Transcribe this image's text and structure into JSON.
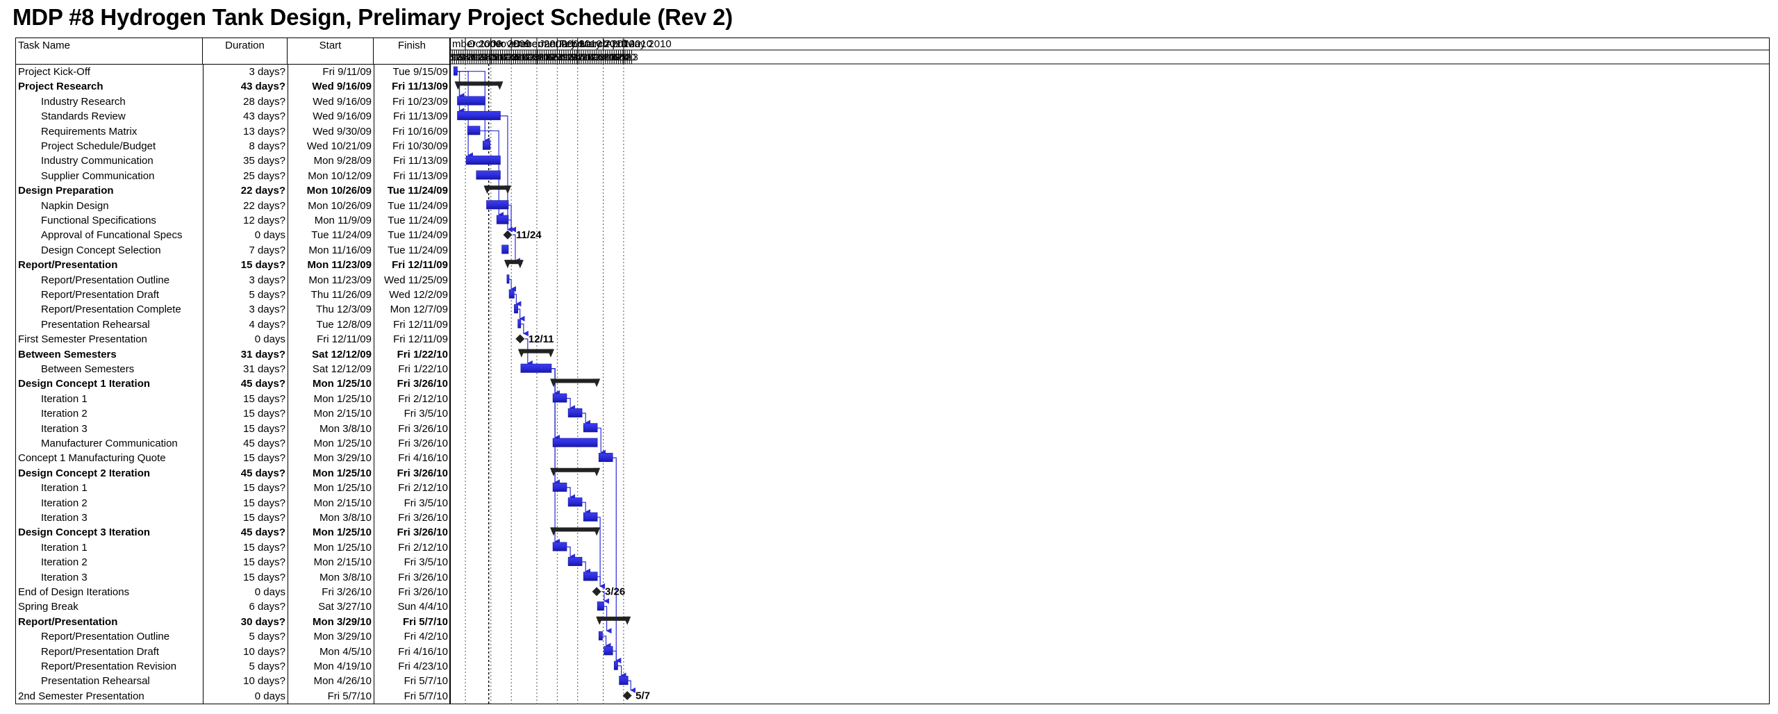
{
  "title": "MDP #8 Hydrogen Tank Design, Prelimary Project Schedule (Rev 2)",
  "columns": {
    "name": "Task Name",
    "duration": "Duration",
    "start": "Start",
    "finish": "Finish"
  },
  "colors": {
    "task_bar": "#2b2bd8",
    "summary_bar": "#222222",
    "milestone": "#222222",
    "link": "#2b2bd8"
  },
  "chart_data": {
    "type": "gantt",
    "timescale_start": "2009-09-06",
    "timescale_end": "2010-05-13",
    "tick_interval_days": 3,
    "months": [
      {
        "label": "mber 2009",
        "start": "2009-09-06"
      },
      {
        "label": "October 2009",
        "start": "2009-09-27"
      },
      {
        "label": "November 2009",
        "start": "2009-11-01"
      },
      {
        "label": "Decem er 2009",
        "start": "2009-11-29"
      },
      {
        "label": "January 2010",
        "start": "2010-01-03"
      },
      {
        "label": "February 2010",
        "start": "2010-01-31"
      },
      {
        "label": "March 2010",
        "start": "2010-02-28"
      },
      {
        "label": "April 2010",
        "start": "2010-04-04"
      },
      {
        "label": "May 2010",
        "start": "2010-05-02"
      }
    ],
    "tasks": [
      {
        "id": 1,
        "name": "Project Kick-Off",
        "duration": "3 days?",
        "start": "Fri 9/11/09",
        "finish": "Tue 9/15/09",
        "s": "2009-09-11",
        "f": "2009-09-15",
        "kind": "task",
        "indent": 0,
        "links": [
          6,
          3,
          4,
          7
        ]
      },
      {
        "id": 2,
        "name": "Project Research",
        "duration": "43 days?",
        "start": "Wed 9/16/09",
        "finish": "Fri 11/13/09",
        "s": "2009-09-16",
        "f": "2009-11-13",
        "kind": "summary",
        "indent": 0,
        "links": []
      },
      {
        "id": 3,
        "name": "Industry Research",
        "duration": "28 days?",
        "start": "Wed 9/16/09",
        "finish": "Fri 10/23/09",
        "s": "2009-09-16",
        "f": "2009-10-23",
        "kind": "task",
        "indent": 1,
        "links": []
      },
      {
        "id": 4,
        "name": "Standards Review",
        "duration": "43 days?",
        "start": "Wed 9/16/09",
        "finish": "Fri 11/13/09",
        "s": "2009-09-16",
        "f": "2009-11-13",
        "kind": "task",
        "indent": 1,
        "links": [
          12
        ]
      },
      {
        "id": 5,
        "name": "Requirements Matrix",
        "duration": "13 days?",
        "start": "Wed 9/30/09",
        "finish": "Fri 10/16/09",
        "s": "2009-09-30",
        "f": "2009-10-16",
        "kind": "task",
        "indent": 1,
        "links": [
          11
        ]
      },
      {
        "id": 6,
        "name": "Project Schedule/Budget",
        "duration": "8 days?",
        "start": "Wed 10/21/09",
        "finish": "Fri 10/30/09",
        "s": "2009-10-21",
        "f": "2009-10-30",
        "kind": "task",
        "indent": 1,
        "links": []
      },
      {
        "id": 7,
        "name": "Industry Communication",
        "duration": "35 days?",
        "start": "Mon 9/28/09",
        "finish": "Fri 11/13/09",
        "s": "2009-09-28",
        "f": "2009-11-13",
        "kind": "task",
        "indent": 1,
        "links": []
      },
      {
        "id": 8,
        "name": "Supplier Communication",
        "duration": "25 days?",
        "start": "Mon 10/12/09",
        "finish": "Fri 11/13/09",
        "s": "2009-10-12",
        "f": "2009-11-13",
        "kind": "task",
        "indent": 1,
        "links": []
      },
      {
        "id": 9,
        "name": "Design Preparation",
        "duration": "22 days?",
        "start": "Mon 10/26/09",
        "finish": "Tue 11/24/09",
        "s": "2009-10-26",
        "f": "2009-11-24",
        "kind": "summary",
        "indent": 0,
        "links": []
      },
      {
        "id": 10,
        "name": "Napkin Design",
        "duration": "22 days?",
        "start": "Mon 10/26/09",
        "finish": "Tue 11/24/09",
        "s": "2009-10-26",
        "f": "2009-11-24",
        "kind": "task",
        "indent": 1,
        "links": [
          12
        ]
      },
      {
        "id": 11,
        "name": "Functional Specifications",
        "duration": "12 days?",
        "start": "Mon 11/9/09",
        "finish": "Tue 11/24/09",
        "s": "2009-11-09",
        "f": "2009-11-24",
        "kind": "task",
        "indent": 1,
        "links": [
          12
        ]
      },
      {
        "id": 12,
        "name": "Approval of Funcational Specs",
        "duration": "0 days",
        "start": "Tue 11/24/09",
        "finish": "Tue 11/24/09",
        "s": "2009-11-24",
        "f": "2009-11-24",
        "kind": "milestone",
        "indent": 1,
        "label": "11/24",
        "links": [
          14
        ]
      },
      {
        "id": 13,
        "name": "Design Concept Selection",
        "duration": "7 days?",
        "start": "Mon 11/16/09",
        "finish": "Tue 11/24/09",
        "s": "2009-11-16",
        "f": "2009-11-24",
        "kind": "task",
        "indent": 1,
        "links": []
      },
      {
        "id": 14,
        "name": "Report/Presentation",
        "duration": "15 days?",
        "start": "Mon 11/23/09",
        "finish": "Fri 12/11/09",
        "s": "2009-11-23",
        "f": "2009-12-11",
        "kind": "summary",
        "indent": 0,
        "links": []
      },
      {
        "id": 15,
        "name": "Report/Presentation Outline",
        "duration": "3 days?",
        "start": "Mon 11/23/09",
        "finish": "Wed 11/25/09",
        "s": "2009-11-23",
        "f": "2009-11-25",
        "kind": "task",
        "indent": 1,
        "links": [
          16
        ]
      },
      {
        "id": 16,
        "name": "Report/Presentation Draft",
        "duration": "5 days?",
        "start": "Thu 11/26/09",
        "finish": "Wed 12/2/09",
        "s": "2009-11-26",
        "f": "2009-12-02",
        "kind": "task",
        "indent": 1,
        "links": [
          17
        ]
      },
      {
        "id": 17,
        "name": "Report/Presentation Complete",
        "duration": "3 days?",
        "start": "Thu 12/3/09",
        "finish": "Mon 12/7/09",
        "s": "2009-12-03",
        "f": "2009-12-07",
        "kind": "task",
        "indent": 1,
        "links": [
          18
        ]
      },
      {
        "id": 18,
        "name": "Presentation Rehearsal",
        "duration": "4 days?",
        "start": "Tue 12/8/09",
        "finish": "Fri 12/11/09",
        "s": "2009-12-08",
        "f": "2009-12-11",
        "kind": "task",
        "indent": 1,
        "links": [
          19
        ]
      },
      {
        "id": 19,
        "name": "First Semester Presentation",
        "duration": "0 days",
        "start": "Fri 12/11/09",
        "finish": "Fri 12/11/09",
        "s": "2009-12-11",
        "f": "2009-12-11",
        "kind": "milestone",
        "indent": 0,
        "label": "12/11",
        "links": [
          21
        ]
      },
      {
        "id": 20,
        "name": "Between Semesters",
        "duration": "31 days?",
        "start": "Sat 12/12/09",
        "finish": "Fri 1/22/10",
        "s": "2009-12-12",
        "f": "2010-01-22",
        "kind": "summary",
        "indent": 0,
        "links": []
      },
      {
        "id": 21,
        "name": "Between Semesters",
        "duration": "31 days?",
        "start": "Sat 12/12/09",
        "finish": "Fri 1/22/10",
        "s": "2009-12-12",
        "f": "2010-01-22",
        "kind": "task",
        "indent": 1,
        "links": [
          23,
          26,
          29,
          33
        ]
      },
      {
        "id": 22,
        "name": "Design Concept 1 Iteration",
        "duration": "45 days?",
        "start": "Mon 1/25/10",
        "finish": "Fri 3/26/10",
        "s": "2010-01-25",
        "f": "2010-03-26",
        "kind": "summary",
        "indent": 0,
        "links": []
      },
      {
        "id": 23,
        "name": "Iteration 1",
        "duration": "15 days?",
        "start": "Mon 1/25/10",
        "finish": "Fri 2/12/10",
        "s": "2010-01-25",
        "f": "2010-02-12",
        "kind": "task",
        "indent": 1,
        "links": [
          24
        ]
      },
      {
        "id": 24,
        "name": "Iteration 2",
        "duration": "15 days?",
        "start": "Mon 2/15/10",
        "finish": "Fri 3/5/10",
        "s": "2010-02-15",
        "f": "2010-03-05",
        "kind": "task",
        "indent": 1,
        "links": [
          25
        ]
      },
      {
        "id": 25,
        "name": "Iteration 3",
        "duration": "15 days?",
        "start": "Mon 3/8/10",
        "finish": "Fri 3/26/10",
        "s": "2010-03-08",
        "f": "2010-03-26",
        "kind": "task",
        "indent": 1,
        "links": [
          27
        ]
      },
      {
        "id": 26,
        "name": "Manufacturer Communication",
        "duration": "45 days?",
        "start": "Mon 1/25/10",
        "finish": "Fri 3/26/10",
        "s": "2010-01-25",
        "f": "2010-03-26",
        "kind": "task",
        "indent": 1,
        "links": []
      },
      {
        "id": 27,
        "name": "Concept 1 Manufacturing Quote",
        "duration": "15 days?",
        "start": "Mon 3/29/10",
        "finish": "Fri 4/16/10",
        "s": "2010-03-29",
        "f": "2010-04-16",
        "kind": "task",
        "indent": 0,
        "links": [
          41
        ]
      },
      {
        "id": 28,
        "name": "Design Concept 2 Iteration",
        "duration": "45 days?",
        "start": "Mon 1/25/10",
        "finish": "Fri 3/26/10",
        "s": "2010-01-25",
        "f": "2010-03-26",
        "kind": "summary",
        "indent": 0,
        "links": []
      },
      {
        "id": 29,
        "name": "Iteration 1",
        "duration": "15 days?",
        "start": "Mon 1/25/10",
        "finish": "Fri 2/12/10",
        "s": "2010-01-25",
        "f": "2010-02-12",
        "kind": "task",
        "indent": 1,
        "links": [
          30
        ]
      },
      {
        "id": 30,
        "name": "Iteration 2",
        "duration": "15 days?",
        "start": "Mon 2/15/10",
        "finish": "Fri 3/5/10",
        "s": "2010-02-15",
        "f": "2010-03-05",
        "kind": "task",
        "indent": 1,
        "links": [
          31
        ]
      },
      {
        "id": 31,
        "name": "Iteration 3",
        "duration": "15 days?",
        "start": "Mon 3/8/10",
        "finish": "Fri 3/26/10",
        "s": "2010-03-08",
        "f": "2010-03-26",
        "kind": "task",
        "indent": 1,
        "links": [
          36
        ]
      },
      {
        "id": 32,
        "name": "Design Concept 3 Iteration",
        "duration": "45 days?",
        "start": "Mon 1/25/10",
        "finish": "Fri 3/26/10",
        "s": "2010-01-25",
        "f": "2010-03-26",
        "kind": "summary",
        "indent": 0,
        "links": []
      },
      {
        "id": 33,
        "name": "Iteration 1",
        "duration": "15 days?",
        "start": "Mon 1/25/10",
        "finish": "Fri 2/12/10",
        "s": "2010-01-25",
        "f": "2010-02-12",
        "kind": "task",
        "indent": 1,
        "links": [
          34
        ]
      },
      {
        "id": 34,
        "name": "Iteration 2",
        "duration": "15 days?",
        "start": "Mon 2/15/10",
        "finish": "Fri 3/5/10",
        "s": "2010-02-15",
        "f": "2010-03-05",
        "kind": "task",
        "indent": 1,
        "links": [
          35
        ]
      },
      {
        "id": 35,
        "name": "Iteration 3",
        "duration": "15 days?",
        "start": "Mon 3/8/10",
        "finish": "Fri 3/26/10",
        "s": "2010-03-08",
        "f": "2010-03-26",
        "kind": "task",
        "indent": 1,
        "links": [
          36
        ]
      },
      {
        "id": 36,
        "name": "End of Design Iterations",
        "duration": "0 days",
        "start": "Fri 3/26/10",
        "finish": "Fri 3/26/10",
        "s": "2010-03-26",
        "f": "2010-03-26",
        "kind": "milestone",
        "indent": 0,
        "label": "3/26",
        "links": [
          37
        ]
      },
      {
        "id": 37,
        "name": "Spring Break",
        "duration": "6 days?",
        "start": "Sat 3/27/10",
        "finish": "Sun 4/4/10",
        "s": "2010-03-27",
        "f": "2010-04-04",
        "kind": "task",
        "indent": 0,
        "links": [
          39
        ]
      },
      {
        "id": 38,
        "name": "Report/Presentation",
        "duration": "30 days?",
        "start": "Mon 3/29/10",
        "finish": "Fri 5/7/10",
        "s": "2010-03-29",
        "f": "2010-05-07",
        "kind": "summary",
        "indent": 0,
        "links": []
      },
      {
        "id": 39,
        "name": "Report/Presentation Outline",
        "duration": "5 days?",
        "start": "Mon 3/29/10",
        "finish": "Fri 4/2/10",
        "s": "2010-03-29",
        "f": "2010-04-02",
        "kind": "task",
        "indent": 1,
        "links": [
          40
        ]
      },
      {
        "id": 40,
        "name": "Report/Presentation Draft",
        "duration": "10 days?",
        "start": "Mon 4/5/10",
        "finish": "Fri 4/16/10",
        "s": "2010-04-05",
        "f": "2010-04-16",
        "kind": "task",
        "indent": 1,
        "links": [
          41
        ]
      },
      {
        "id": 41,
        "name": "Report/Presentation Revision",
        "duration": "5 days?",
        "start": "Mon 4/19/10",
        "finish": "Fri 4/23/10",
        "s": "2010-04-19",
        "f": "2010-04-23",
        "kind": "task",
        "indent": 1,
        "links": [
          42
        ]
      },
      {
        "id": 42,
        "name": "Presentation Rehearsal",
        "duration": "10 days?",
        "start": "Mon 4/26/10",
        "finish": "Fri 5/7/10",
        "s": "2010-04-26",
        "f": "2010-05-07",
        "kind": "task",
        "indent": 1,
        "links": [
          43
        ]
      },
      {
        "id": 43,
        "name": "2nd Semester Presentation",
        "duration": "0 days",
        "start": "Fri 5/7/10",
        "finish": "Fri 5/7/10",
        "s": "2010-05-07",
        "f": "2010-05-07",
        "kind": "milestone",
        "indent": 0,
        "label": "5/7",
        "links": []
      }
    ]
  }
}
